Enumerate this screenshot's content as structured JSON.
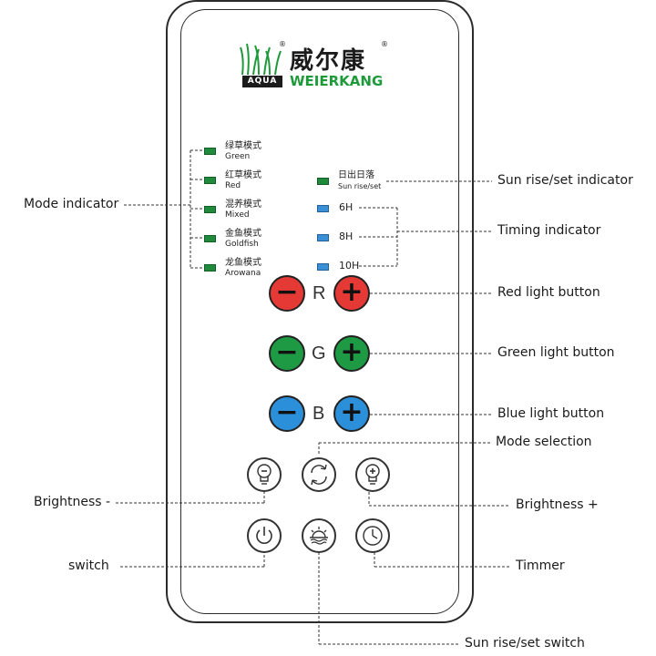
{
  "brand": {
    "name_cn": "威尔康",
    "name_en": "WEIERKANG",
    "aqua": "AQUA",
    "registered": "®"
  },
  "modes": [
    {
      "cn": "绿草模式",
      "en": "Green"
    },
    {
      "cn": "红草模式",
      "en": "Red"
    },
    {
      "cn": "混养模式",
      "en": "Mixed"
    },
    {
      "cn": "金鱼模式",
      "en": "Goldfish"
    },
    {
      "cn": "龙鱼模式",
      "en": "Arowana"
    }
  ],
  "sun_indicator": {
    "cn": "日出日落",
    "en": "Sun rise/set"
  },
  "timings": [
    "6H",
    "8H",
    "10H"
  ],
  "color_rows": [
    {
      "letter": "R",
      "minus": "−",
      "plus": "+",
      "color": "#e53935"
    },
    {
      "letter": "G",
      "minus": "−",
      "plus": "+",
      "color": "#1e9a45"
    },
    {
      "letter": "B",
      "minus": "−",
      "plus": "+",
      "color": "#2b8fd9"
    }
  ],
  "colors": {
    "led_green": "#1f8a3b",
    "led_blue": "#3b8fd6",
    "logo_green": "#1f9a3a"
  },
  "icons": [
    "bulb-minus-icon",
    "mode-cycle-icon",
    "bulb-plus-icon",
    "power-icon",
    "sunrise-icon",
    "clock-icon"
  ],
  "callouts": {
    "mode_indicator": "Mode indicator",
    "sun_rise_set_indicator": "Sun rise/set indicator",
    "timing_indicator": "Timing indicator",
    "red_light_button": "Red light button",
    "green_light_button": "Green light button",
    "blue_light_button": "Blue light button",
    "mode_selection": "Mode selection",
    "brightness_minus": "Brightness -",
    "brightness_plus": "Brightness +",
    "switch": "switch",
    "timmer": "Timmer",
    "sun_rise_set_switch": "Sun rise/set switch"
  }
}
